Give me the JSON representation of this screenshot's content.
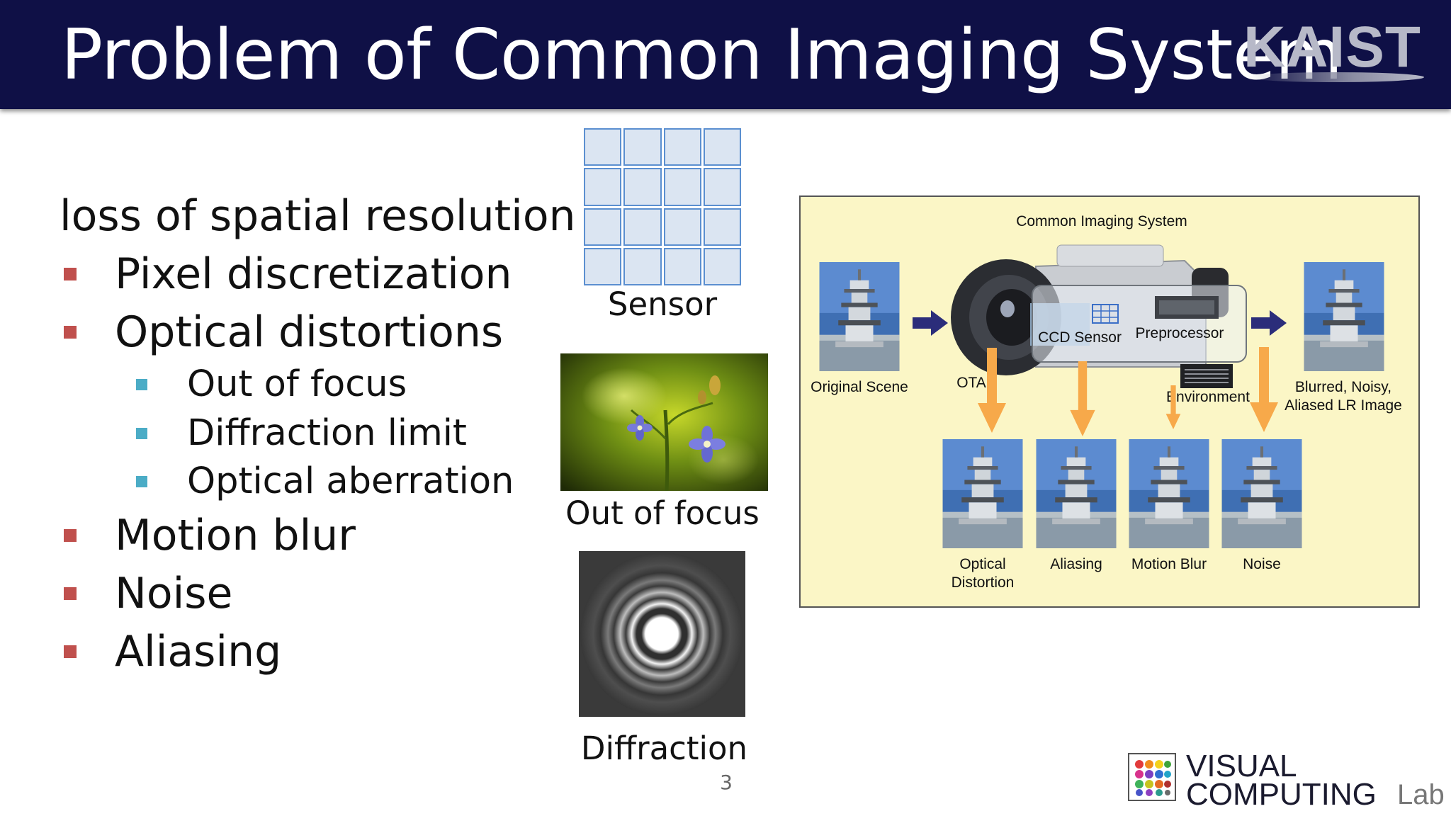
{
  "header": {
    "title": "Problem of Common Imaging System",
    "logo_text": "KAIST"
  },
  "left": {
    "heading": "loss of spatial resolution",
    "bullets": [
      {
        "text": "Pixel discretization"
      },
      {
        "text": "Optical distortions"
      },
      {
        "text": "Out of focus",
        "level": 2
      },
      {
        "text": "Diffraction limit",
        "level": 2
      },
      {
        "text": "Optical aberration",
        "level": 2
      },
      {
        "text": "Motion blur"
      },
      {
        "text": "Noise"
      },
      {
        "text": "Aliasing"
      }
    ]
  },
  "figures": {
    "sensor_caption": "Sensor",
    "focus_caption": "Out of focus",
    "diffraction_caption": "Diffraction"
  },
  "diagram": {
    "title": "Common Imaging System",
    "original": "Original Scene",
    "ota": "OTA",
    "ccd": "CCD Sensor",
    "preprocessor": "Preprocessor",
    "environment": "Environment",
    "output_line1": "Blurred, Noisy,",
    "output_line2": "Aliased LR Image",
    "effects": [
      {
        "line1": "Optical",
        "line2": "Distortion"
      },
      {
        "line1": "Aliasing"
      },
      {
        "line1": "Motion Blur"
      },
      {
        "line1": "Noise"
      }
    ]
  },
  "footer": {
    "slide_number": "3",
    "lab_line1": "VISUAL",
    "lab_line2": "COMPUTING",
    "lab_line3": "Lab"
  },
  "colors": {
    "header_bg": "#0f1046",
    "level1_bullet": "#c0504d",
    "level2_bullet": "#4bacc6",
    "diagram_bg": "#fbf6c6",
    "arrow_orange": "#f7a94a",
    "arrow_navy": "#2b2d7a"
  }
}
